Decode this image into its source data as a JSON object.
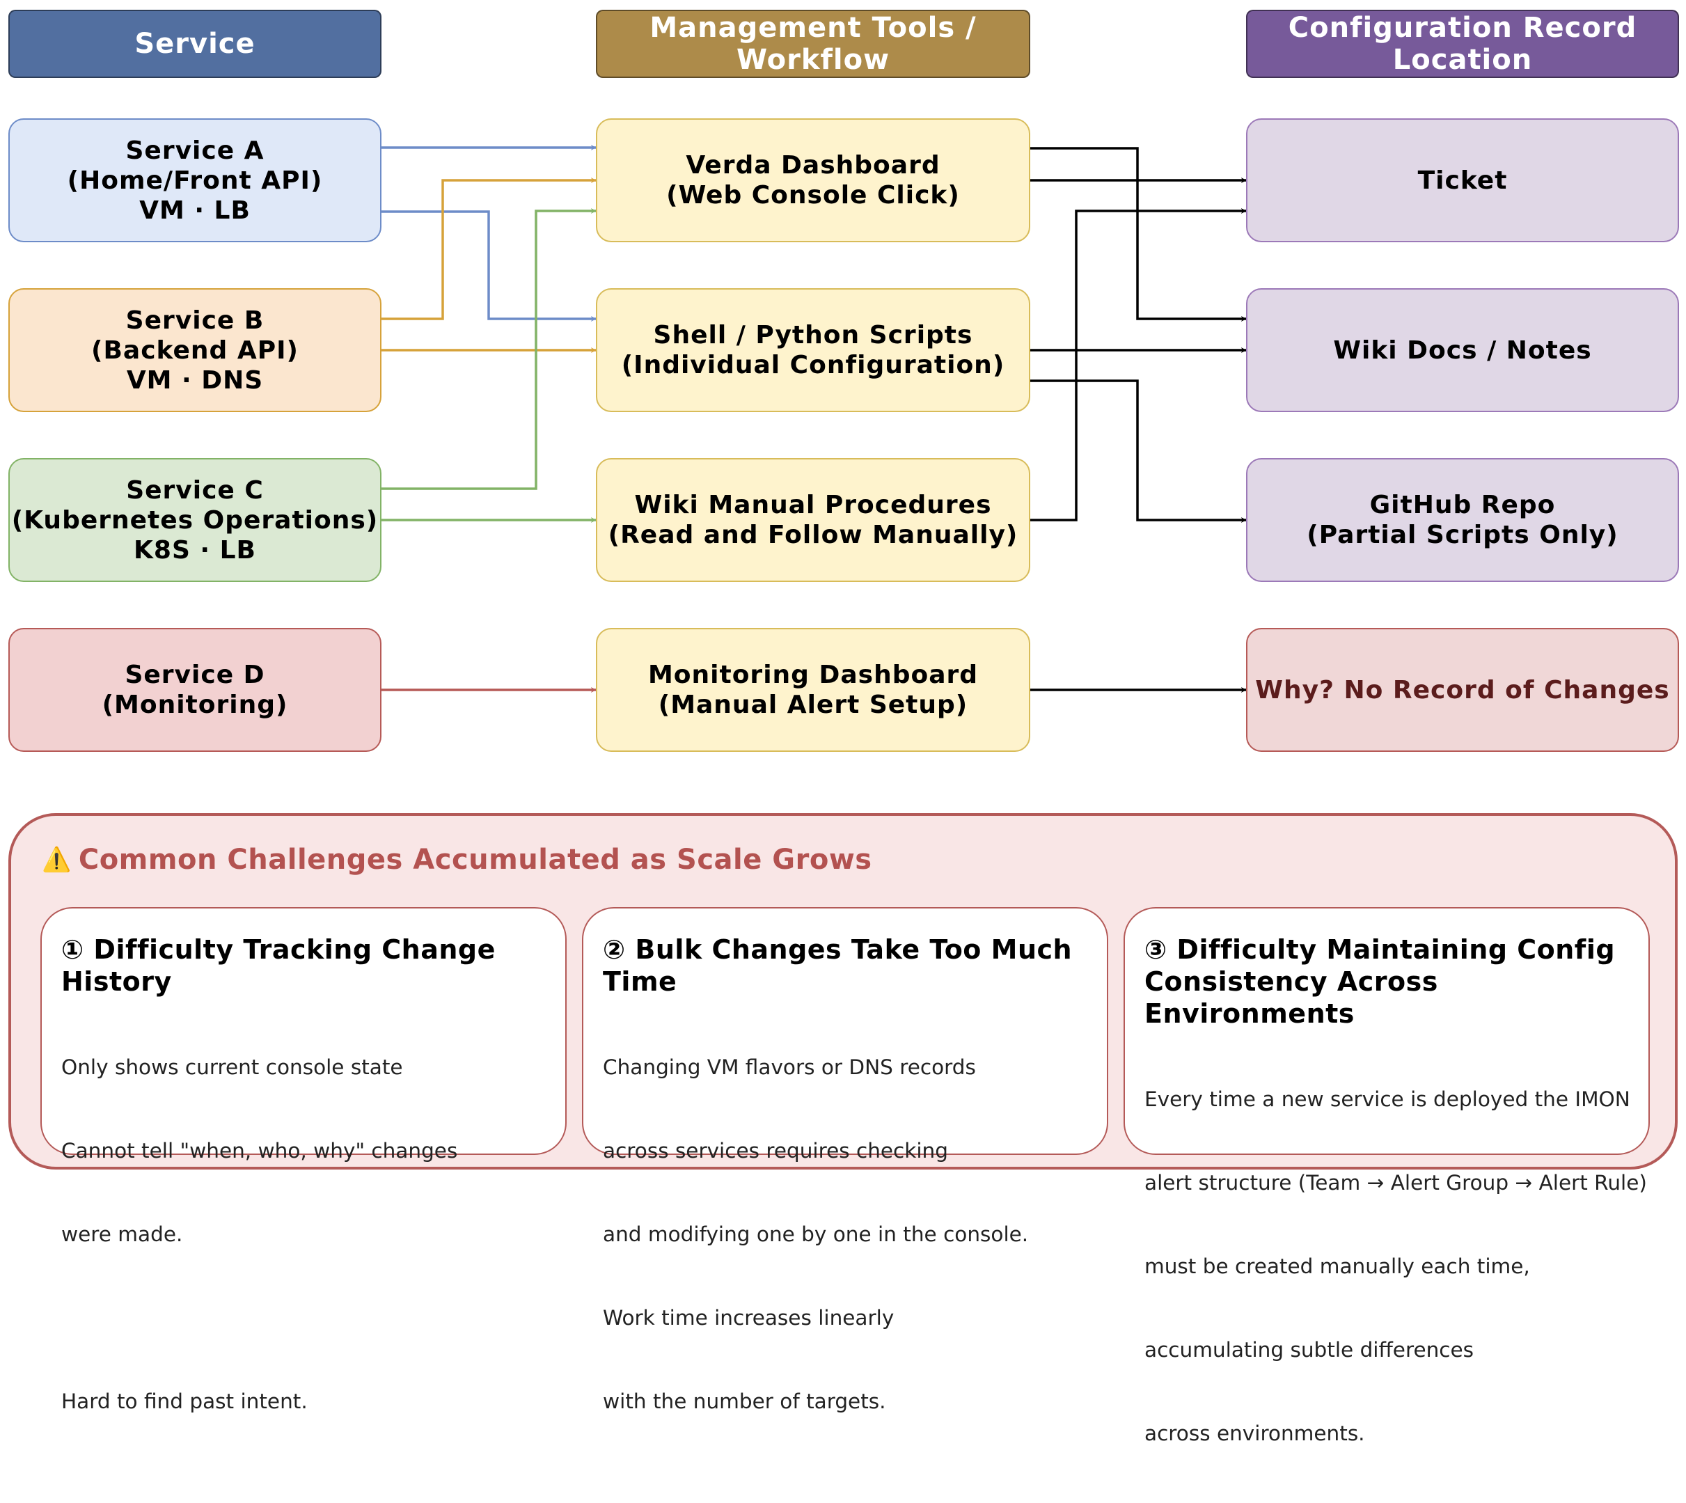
{
  "columns": {
    "service": {
      "label": "Service",
      "color": "#526fa0"
    },
    "tools": {
      "label": [
        "Management Tools /",
        "Workflow"
      ],
      "color": "#ad8b4a"
    },
    "record": {
      "label": [
        "Configuration Record",
        "Location"
      ],
      "color": "#775a9a"
    }
  },
  "services": [
    {
      "id": "svc-a",
      "lines": [
        "Service A",
        "(Home/Front API)",
        "VM · LB"
      ],
      "fill": "#dfe8f8",
      "stroke": "#6d8cc8",
      "edge": "#6d8cc8"
    },
    {
      "id": "svc-b",
      "lines": [
        "Service B",
        "(Backend API)",
        "VM · DNS"
      ],
      "fill": "#fbe6cf",
      "stroke": "#d6a23a",
      "edge": "#d6a23a"
    },
    {
      "id": "svc-c",
      "lines": [
        "Service C",
        "(Kubernetes Operations)",
        "K8S · LB"
      ],
      "fill": "#dbe9d3",
      "stroke": "#82b366",
      "edge": "#82b366"
    },
    {
      "id": "svc-d",
      "lines": [
        "Service D",
        "(Monitoring)"
      ],
      "fill": "#f2d1d1",
      "stroke": "#b65a57",
      "edge": "#b65a57"
    }
  ],
  "tools": [
    {
      "id": "verda",
      "lines": [
        "Verda Dashboard",
        "(Web Console Click)"
      ],
      "fill": "#fef3cd",
      "stroke": "#d8bc5a"
    },
    {
      "id": "scripts",
      "lines": [
        "Shell / Python Scripts",
        "(Individual Configuration)"
      ],
      "fill": "#fef3cd",
      "stroke": "#d8bc5a"
    },
    {
      "id": "wiki-manual",
      "lines": [
        "Wiki Manual Procedures",
        "(Read and Follow Manually)"
      ],
      "fill": "#fef3cd",
      "stroke": "#d8bc5a"
    },
    {
      "id": "monitoring",
      "lines": [
        "Monitoring Dashboard",
        "(Manual Alert Setup)"
      ],
      "fill": "#fef3cd",
      "stroke": "#d8bc5a"
    }
  ],
  "records": [
    {
      "id": "ticket",
      "lines": [
        "Ticket"
      ],
      "fill": "#e0d7e6",
      "stroke": "#9c79b8",
      "text_color": "#000000"
    },
    {
      "id": "wiki-docs",
      "lines": [
        "Wiki Docs / Notes"
      ],
      "fill": "#e0d7e6",
      "stroke": "#9c79b8",
      "text_color": "#000000"
    },
    {
      "id": "github",
      "lines": [
        "GitHub Repo",
        "(Partial Scripts Only)"
      ],
      "fill": "#e0d7e6",
      "stroke": "#9c79b8",
      "text_color": "#000000"
    },
    {
      "id": "no-record",
      "lines": [
        "Why? No Record of Changes"
      ],
      "fill": "#f0d7d7",
      "stroke": "#b65a57",
      "text_color": "#5b1c1c"
    }
  ],
  "edges": [
    {
      "from": "svc-a",
      "to": "verda"
    },
    {
      "from": "svc-a",
      "to": "scripts"
    },
    {
      "from": "svc-b",
      "to": "verda"
    },
    {
      "from": "svc-b",
      "to": "scripts"
    },
    {
      "from": "svc-c",
      "to": "verda"
    },
    {
      "from": "svc-c",
      "to": "wiki-manual"
    },
    {
      "from": "svc-d",
      "to": "monitoring"
    },
    {
      "from": "verda",
      "to": "ticket"
    },
    {
      "from": "verda",
      "to": "wiki-docs"
    },
    {
      "from": "scripts",
      "to": "wiki-docs"
    },
    {
      "from": "scripts",
      "to": "github"
    },
    {
      "from": "wiki-manual",
      "to": "ticket"
    },
    {
      "from": "monitoring",
      "to": "no-record"
    }
  ],
  "challenges": {
    "warning_icon": "⚠️",
    "title": "Common Challenges Accumulated as Scale Grows",
    "cards": [
      {
        "title": "① Difficulty Tracking Change History",
        "body": [
          "Only shows current console state",
          "Cannot tell \"when, who, why\" changes",
          "were made.",
          "",
          "Hard to find past intent."
        ]
      },
      {
        "title": "② Bulk Changes Take Too Much Time",
        "body": [
          "Changing VM flavors or DNS records",
          "across services requires checking",
          "and modifying one by one in the console.",
          "Work time increases linearly",
          "with the number of targets."
        ]
      },
      {
        "title": "③ Difficulty Maintaining Config Consistency Across Environments",
        "body": [
          "Every time a new service is deployed the IMON",
          "alert structure (Team → Alert Group → Alert Rule)",
          "must be created manually each time,",
          "accumulating subtle differences",
          "across environments."
        ]
      }
    ]
  }
}
